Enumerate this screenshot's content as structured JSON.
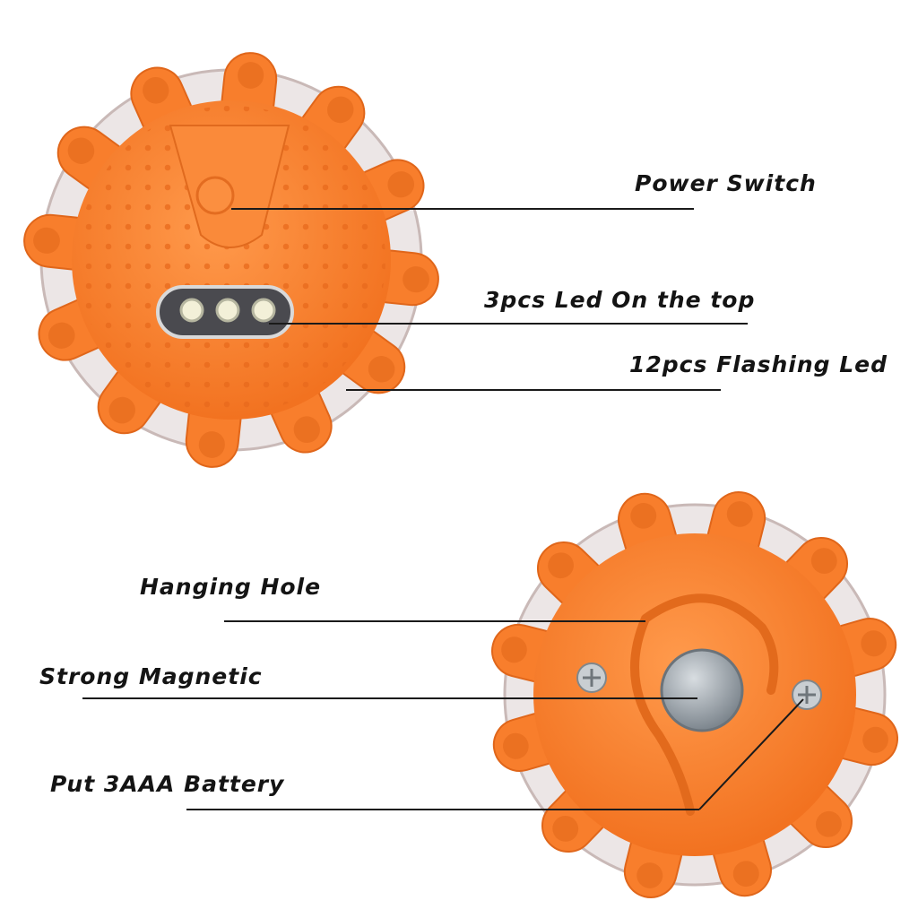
{
  "labels": {
    "power_switch": "Power Switch",
    "led_top": "3pcs Led On the top",
    "flashing_led": "12pcs Flashing Led",
    "hanging_hole": "Hanging Hole",
    "strong_magnetic": "Strong Magnetic",
    "battery": "Put 3AAA Battery"
  },
  "colors": {
    "housing": "#f87e2c",
    "housing_dark": "#e0661a",
    "lens": "#e8e4e4",
    "leader_line": "#1a1a1a",
    "magnet": "#9ea6ad"
  }
}
